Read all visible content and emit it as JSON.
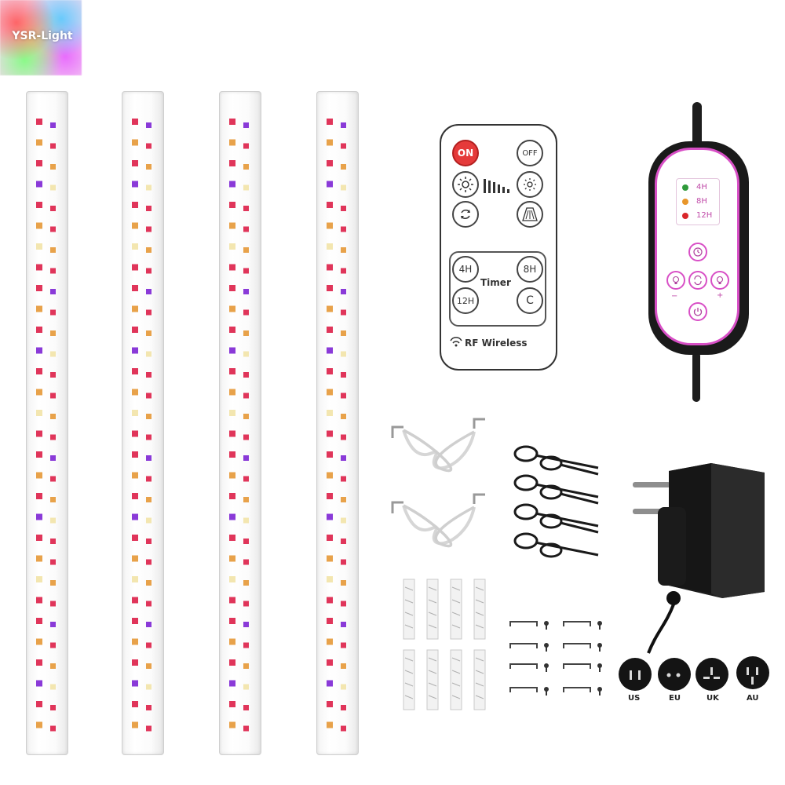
{
  "logo": {
    "text": "YSR-Light"
  },
  "remote": {
    "on_label": "ON",
    "off_label": "OFF",
    "timer_label": "Timer",
    "timer_4h": "4H",
    "timer_8h": "8H",
    "timer_12h": "12H",
    "timer_c": "C",
    "rf_label": "RF Wireless",
    "brightness_icon": "sun-icon",
    "mode_icon": "cycle-icon"
  },
  "controller": {
    "led_4h": "4H",
    "led_8h": "8H",
    "led_12h": "12H",
    "minus_label": "−",
    "plus_label": "+",
    "led_colors": {
      "led_4h": "#2e9a3a",
      "led_8h": "#e8962a",
      "led_12h": "#d9262a"
    },
    "accent_color": "#d84fc6"
  },
  "plugs": [
    {
      "label": "US"
    },
    {
      "label": "EU"
    },
    {
      "label": "UK"
    },
    {
      "label": "AU"
    }
  ],
  "colors": {
    "red_led": "#e0355a",
    "orange_led": "#e8a24a",
    "purple_led": "#8a3ad8",
    "white_led": "#f3e6b0"
  }
}
